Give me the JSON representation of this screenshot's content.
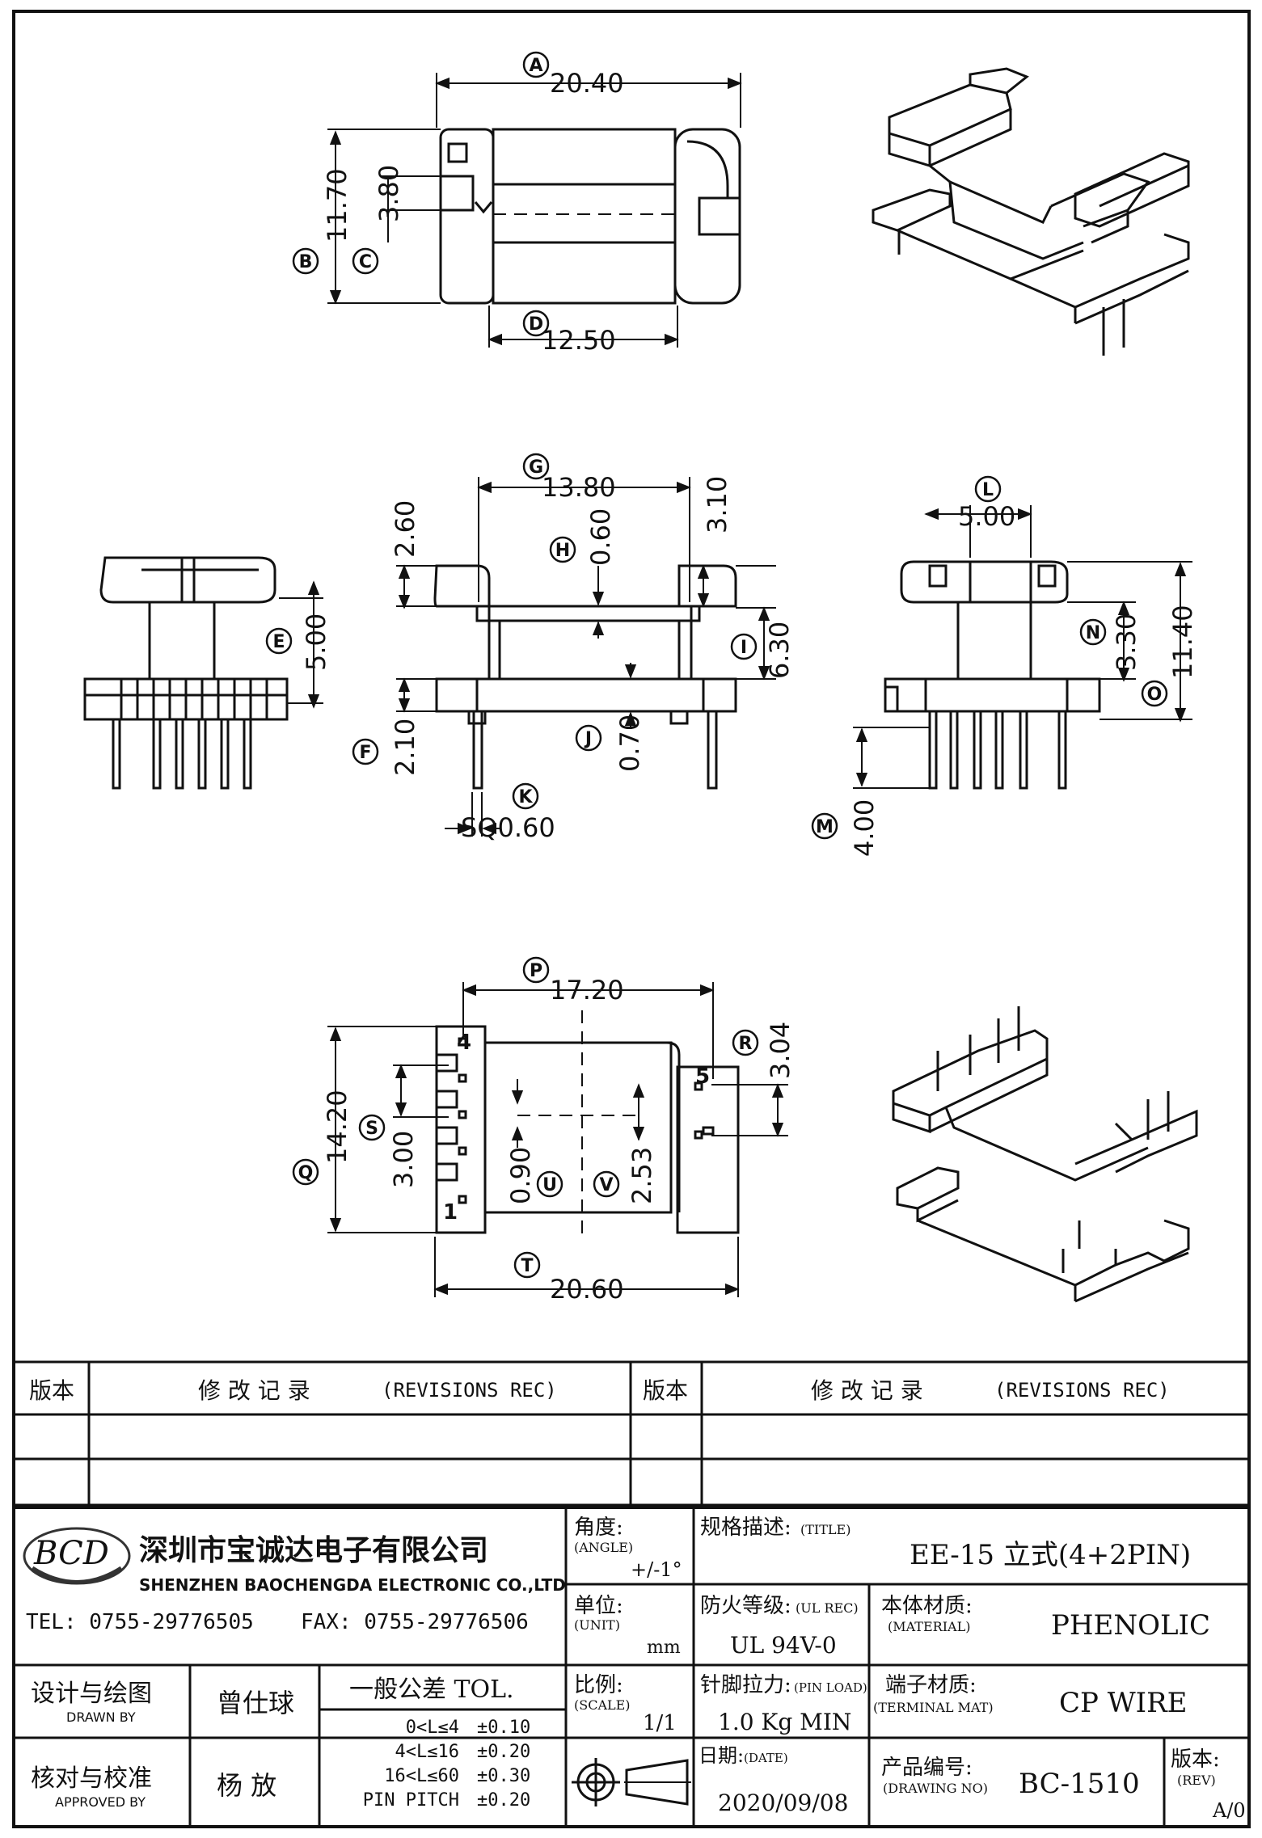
{
  "dimensions": {
    "A": "20.40",
    "B": "11.70",
    "C": "3.80",
    "D": "12.50",
    "E": "5.00",
    "F": "2.10",
    "G": "13.80",
    "H": "0.60",
    "I": "6.30",
    "H_top": "2.60",
    "I_top": "3.10",
    "J": "0.70",
    "K": "SQ0.60",
    "L": "5.00",
    "M": "4.00",
    "N": "3.30",
    "O": "11.40",
    "P": "17.20",
    "Q": "14.20",
    "R": "3.04",
    "S": "3.00",
    "T": "20.60",
    "U": "0.90",
    "V": "2.53"
  },
  "callouts": [
    "A",
    "B",
    "C",
    "D",
    "E",
    "F",
    "G",
    "H",
    "I",
    "J",
    "K",
    "L",
    "M",
    "N",
    "O",
    "P",
    "Q",
    "R",
    "S",
    "T",
    "U",
    "V"
  ],
  "pin_labels": {
    "pin4": "4",
    "pin5": "5",
    "pin1": "1"
  },
  "revisions": {
    "col_version": "版本",
    "col_record_cn": "修  改  记  录",
    "col_record_en": "(REVISIONS REC)"
  },
  "company": {
    "logo_text": "BCD",
    "name_cn": "深圳市宝诚达电子有限公司",
    "name_en": "SHENZHEN BAOCHENGDA ELECTRONIC CO.,LTD",
    "phone": "TEL: 0755-29776505",
    "fax": "FAX: 0755-29776506"
  },
  "title_block": {
    "angle_label_cn": "角度:",
    "angle_label_en": "(ANGLE)",
    "angle_value": "+/-1°",
    "title_label_cn": "规格描述:",
    "title_label_en": "(TITLE)",
    "title_value": "EE-15 立式(4+2PIN)",
    "unit_label_cn": "单位:",
    "unit_label_en": "(UNIT)",
    "unit_value": "mm",
    "ul_label_cn": "防火等级:",
    "ul_label_en": "(UL REC)",
    "ul_value": "UL 94V-0",
    "material_label_cn": "本体材质:",
    "material_label_en": "(MATERIAL)",
    "material_value": "PHENOLIC",
    "designer_label_cn": "设计与绘图",
    "designer_label_en": "DRAWN BY",
    "designer_name": "曾仕球",
    "tol_title": "一般公差 TOL.",
    "tol_rows": [
      {
        "range": "0<L≤4",
        "tol": "±0.10"
      },
      {
        "range": "4<L≤16",
        "tol": "±0.20"
      },
      {
        "range": "16<L≤60",
        "tol": "±0.30"
      },
      {
        "range": "PIN PITCH",
        "tol": "±0.20"
      }
    ],
    "scale_label_cn": "比例:",
    "scale_label_en": "(SCALE)",
    "scale_value": "1/1",
    "pinload_label_cn": "针脚拉力:",
    "pinload_label_en": "(PIN LOAD)",
    "pinload_value": "1.0 Kg MIN",
    "terminal_label_cn": "端子材质:",
    "terminal_label_en": "(TERMINAL MAT)",
    "terminal_value": "CP WIRE",
    "approver_label_cn": "核对与校准",
    "approver_label_en": "APPROVED BY",
    "approver_name": "杨  放",
    "date_label_cn": "日期:",
    "date_label_en": "(DATE)",
    "date_value": "2020/09/08",
    "drawing_label_cn": "产品编号:",
    "drawing_label_en": "(DRAWING NO)",
    "drawing_value": "BC-1510",
    "rev_label_cn": "版本:",
    "rev_label_en": "(REV)",
    "rev_value": "A/0"
  }
}
